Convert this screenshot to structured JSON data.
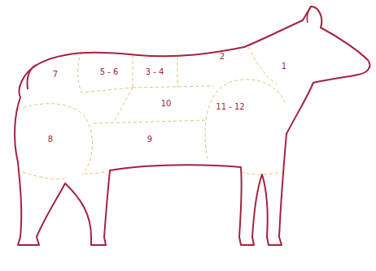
{
  "diagram": {
    "labels": [
      "1",
      "2",
      "3 - 4",
      "5 - 6",
      "7",
      "10",
      "11 - 12",
      "8",
      "9"
    ]
  }
}
